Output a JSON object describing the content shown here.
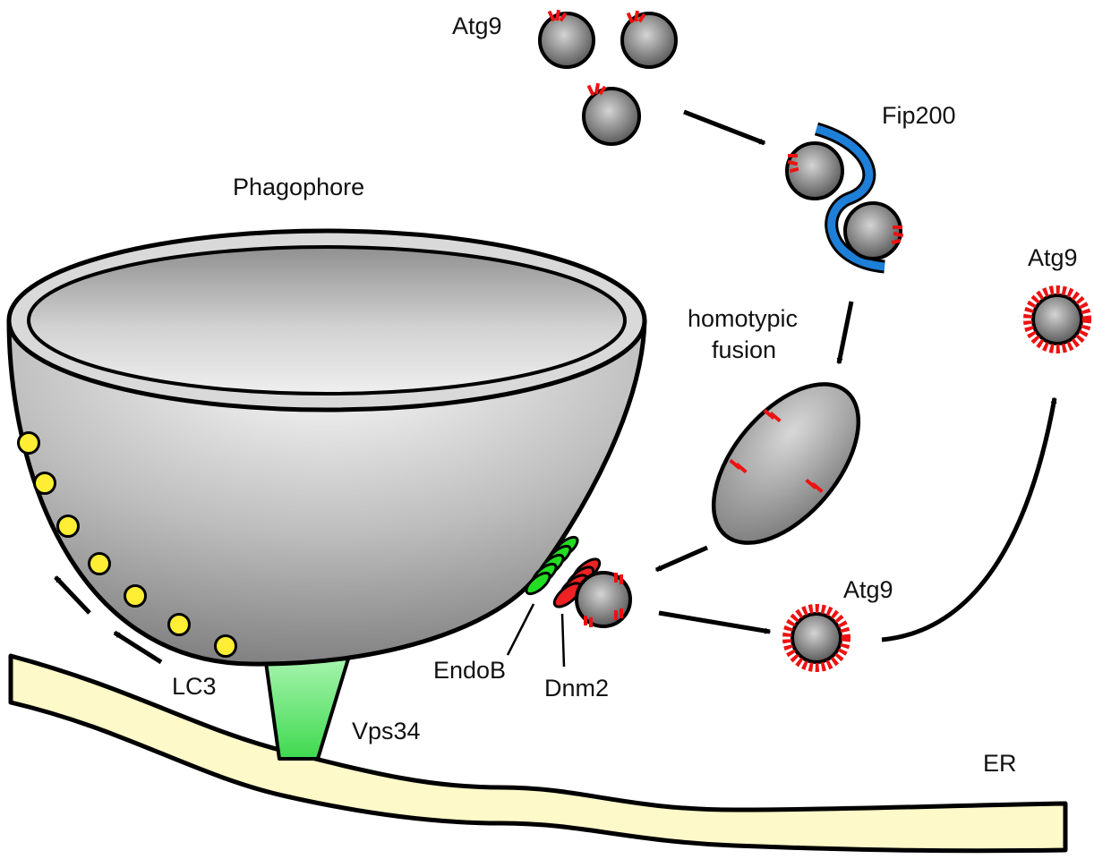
{
  "labels": {
    "phagophore": "Phagophore",
    "atg9_top": "Atg9",
    "fip200": "Fip200",
    "atg9_right": "Atg9",
    "homotypic_line1": "homotypic",
    "homotypic_line2": "fusion",
    "atg9_mid": "Atg9",
    "lc3": "LC3",
    "vps34": "Vps34",
    "endob": "EndoB",
    "dnm2": "Dnm2",
    "er": "ER"
  },
  "colors": {
    "outline": "#000000",
    "er_fill": "#fdf9c8",
    "lc3_dot": "#ffee33",
    "vps34": "#44dd55",
    "endob": "#22dd22",
    "dnm2": "#ee2222",
    "atg9_protein": "#ee1111",
    "fip200": "#1e7fd8",
    "vesicle_light": "#c8c8c8",
    "vesicle_dark": "#5a5a5a"
  }
}
